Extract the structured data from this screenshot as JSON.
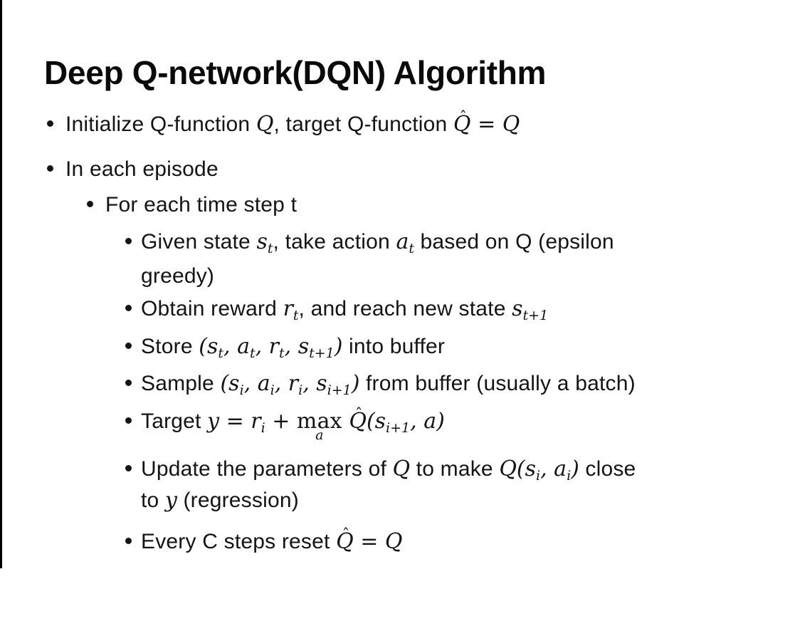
{
  "slide": {
    "title": "Deep Q-network(DQN) Algorithm",
    "text_color": "#141414",
    "background_color": "#ffffff",
    "lines": [
      {
        "level": 1,
        "cont": false,
        "runs": [
          [
            "t",
            "Initialize Q-function "
          ],
          [
            "m",
            "Q"
          ],
          [
            "t",
            ", target Q-function "
          ],
          [
            "h",
            "Q"
          ],
          [
            "m",
            " = Q"
          ]
        ]
      },
      {
        "level": 1,
        "cont": false,
        "runs": [
          [
            "t",
            "In each episode"
          ]
        ]
      },
      {
        "level": 2,
        "cont": false,
        "runs": [
          [
            "t",
            "For each time step t"
          ]
        ]
      },
      {
        "level": 3,
        "cont": false,
        "runs": [
          [
            "t",
            "Given state "
          ],
          [
            "m",
            "s"
          ],
          [
            "s",
            "t"
          ],
          [
            "t",
            ", take action "
          ],
          [
            "m",
            "a"
          ],
          [
            "s",
            "t"
          ],
          [
            "t",
            " based on Q (epsilon"
          ]
        ]
      },
      {
        "level": 3,
        "cont": true,
        "runs": [
          [
            "t",
            "greedy)"
          ]
        ]
      },
      {
        "level": 3,
        "cont": false,
        "runs": [
          [
            "t",
            "Obtain reward "
          ],
          [
            "m",
            "r"
          ],
          [
            "s",
            "t"
          ],
          [
            "t",
            ", and reach new state "
          ],
          [
            "m",
            "s"
          ],
          [
            "s",
            "t+1"
          ]
        ]
      },
      {
        "level": 3,
        "cont": false,
        "runs": [
          [
            "t",
            "Store "
          ],
          [
            "m",
            "(s"
          ],
          [
            "s",
            "t"
          ],
          [
            "m",
            ", a"
          ],
          [
            "s",
            "t"
          ],
          [
            "m",
            ", r"
          ],
          [
            "s",
            "t"
          ],
          [
            "m",
            ", s"
          ],
          [
            "s",
            "t+1"
          ],
          [
            "m",
            ")"
          ],
          [
            "t",
            " into buffer"
          ]
        ]
      },
      {
        "level": 3,
        "cont": false,
        "runs": [
          [
            "t",
            "Sample "
          ],
          [
            "m",
            "(s"
          ],
          [
            "s",
            "i"
          ],
          [
            "m",
            ", a"
          ],
          [
            "s",
            "i"
          ],
          [
            "m",
            ", r"
          ],
          [
            "s",
            "i"
          ],
          [
            "m",
            ", s"
          ],
          [
            "s",
            "i+1"
          ],
          [
            "m",
            ")"
          ],
          [
            "t",
            " from buffer (usually a batch)"
          ]
        ]
      },
      {
        "level": 3,
        "cont": false,
        "runs": [
          [
            "t",
            "Target "
          ],
          [
            "m",
            "y = r"
          ],
          [
            "s",
            "i"
          ],
          [
            "m",
            " + "
          ],
          [
            "x",
            "max",
            "a"
          ],
          [
            "m",
            " "
          ],
          [
            "h",
            "Q"
          ],
          [
            "m",
            "(s"
          ],
          [
            "s",
            "i+1"
          ],
          [
            "m",
            ", a)"
          ]
        ]
      },
      {
        "level": 3,
        "cont": false,
        "runs": [
          [
            "t",
            "Update the parameters of "
          ],
          [
            "m",
            "Q"
          ],
          [
            "t",
            " to make "
          ],
          [
            "m",
            "Q(s"
          ],
          [
            "s",
            "i"
          ],
          [
            "m",
            ", a"
          ],
          [
            "s",
            "i"
          ],
          [
            "m",
            ")"
          ],
          [
            "t",
            " close"
          ]
        ]
      },
      {
        "level": 3,
        "cont": true,
        "runs": [
          [
            "t",
            "to "
          ],
          [
            "m",
            "y"
          ],
          [
            "t",
            " (regression)"
          ]
        ]
      },
      {
        "level": 3,
        "cont": false,
        "runs": [
          [
            "t",
            "Every C steps reset "
          ],
          [
            "h",
            "Q"
          ],
          [
            "m",
            " = Q"
          ]
        ]
      }
    ]
  }
}
